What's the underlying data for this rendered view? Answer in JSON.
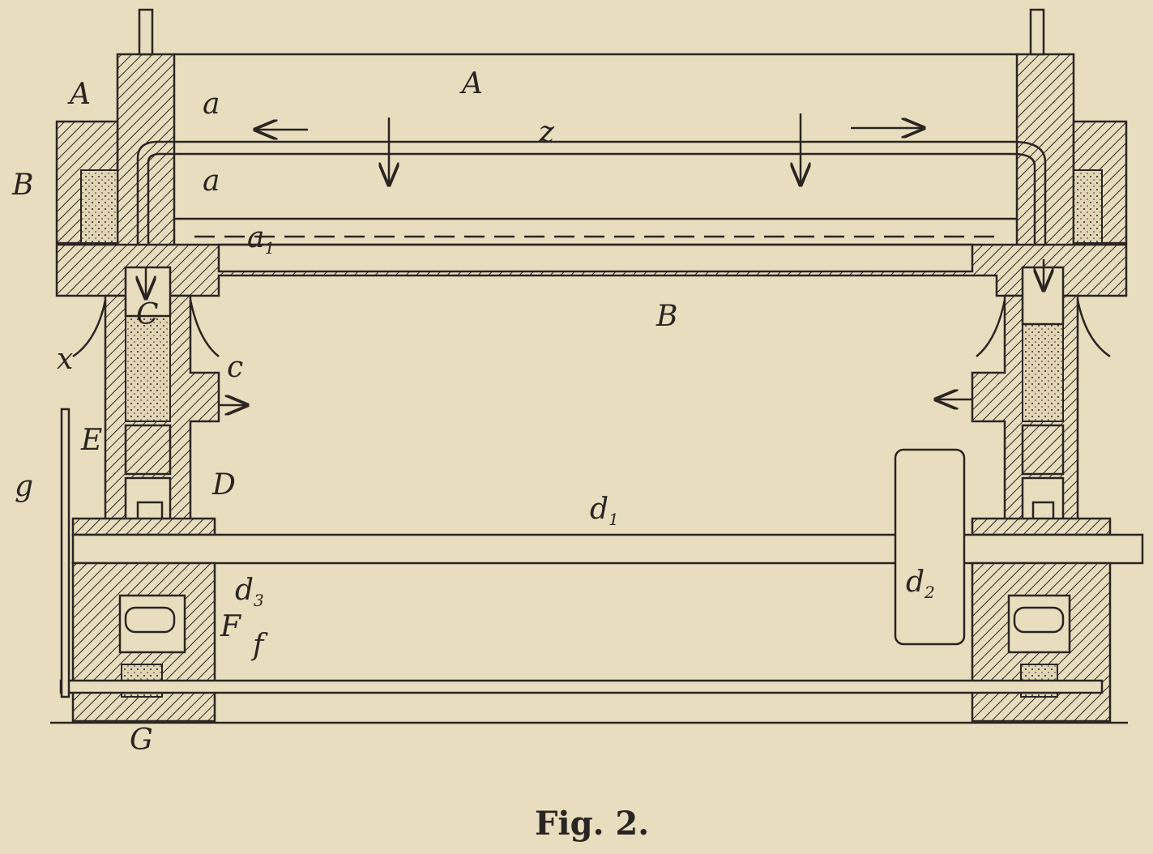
{
  "figure": {
    "caption": "Fig. 2.",
    "labels": {
      "A_left": "A",
      "A_top": "A",
      "a_upper": "a",
      "a_lower": "a",
      "B_left": "B",
      "a1": "a",
      "a1_sub": "1",
      "z": "z",
      "B_bottom": "B",
      "C": "C",
      "x": "x",
      "c": "c",
      "E": "E",
      "g": "g",
      "D": "D",
      "d1": "d",
      "d1_sub": "1",
      "d2": "d",
      "d2_sub": "2",
      "d3": "d",
      "d3_sub": "3",
      "F": "F",
      "f": "f",
      "G": "G"
    }
  }
}
